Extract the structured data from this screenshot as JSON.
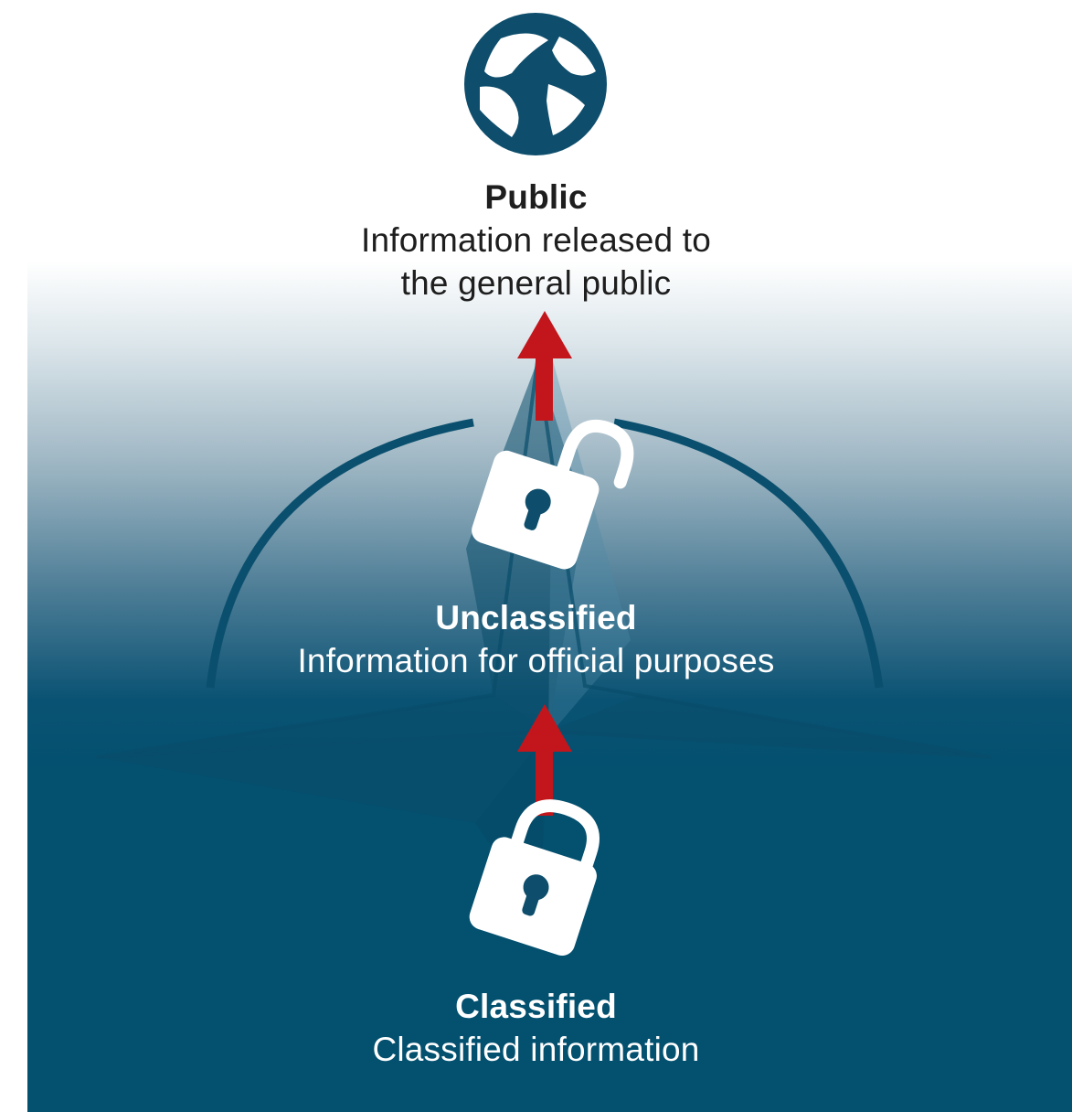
{
  "colors": {
    "navy": "#03506f",
    "arrow_red": "#c2161c",
    "lock_white": "#ffffff"
  },
  "icons": [
    "globe-icon",
    "unlocked-padlock-icon",
    "locked-padlock-icon",
    "up-arrow-icon"
  ],
  "levels": {
    "public": {
      "title": "Public",
      "description_lines": [
        "Information released to",
        "the general public"
      ]
    },
    "unclassified": {
      "title": "Unclassified",
      "description": "Information for official purposes"
    },
    "classified": {
      "title": "Classified",
      "description": "Classified information"
    }
  }
}
